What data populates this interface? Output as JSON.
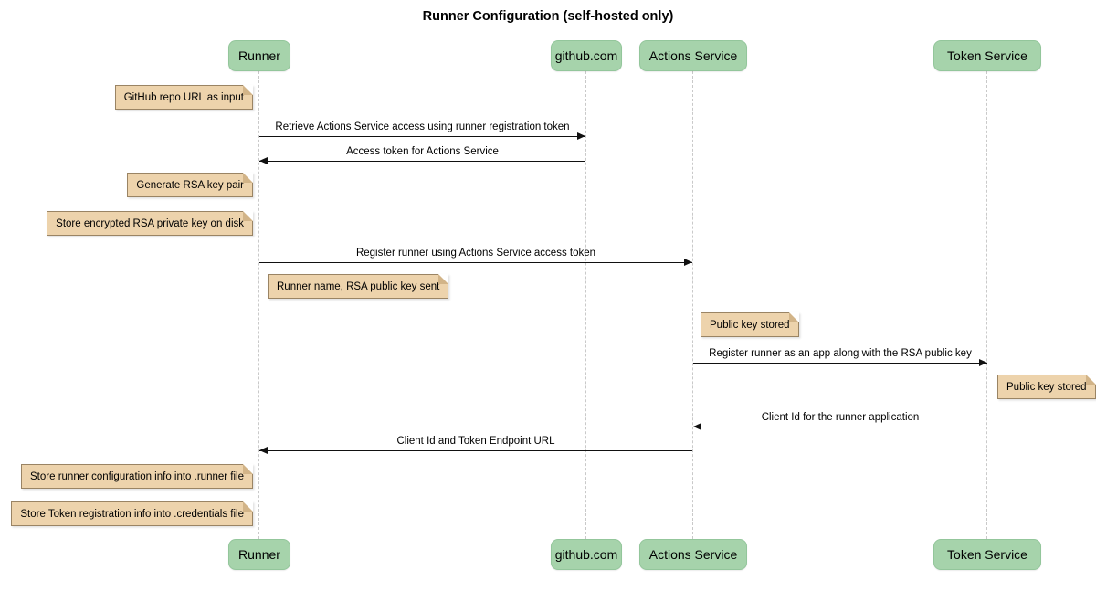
{
  "title": "Runner Configuration (self-hosted only)",
  "diagram_type": "sequence-diagram",
  "colors": {
    "participant_fill": "#a6d3ab",
    "participant_border": "#93c69b",
    "note_fill": "#edd3ac",
    "note_border": "#9a8464",
    "note_fold": "#d2b488",
    "lifeline": "#c9c9c9",
    "arrow": "#111111"
  },
  "participants": [
    {
      "label": "Runner"
    },
    {
      "label": "github.com"
    },
    {
      "label": "Actions Service"
    },
    {
      "label": "Token Service"
    }
  ],
  "messages": [
    {
      "from": "Runner",
      "to": "github.com",
      "label": "Retrieve Actions Service access using runner registration token"
    },
    {
      "from": "github.com",
      "to": "Runner",
      "label": "Access token for Actions Service"
    },
    {
      "from": "Runner",
      "to": "Actions Service",
      "label": "Register runner using Actions Service access token"
    },
    {
      "from": "Actions Service",
      "to": "Token Service",
      "label": "Register runner as an app along with the RSA public key"
    },
    {
      "from": "Token Service",
      "to": "Actions Service",
      "label": "Client Id for the runner application"
    },
    {
      "from": "Actions Service",
      "to": "Runner",
      "label": "Client Id and Token Endpoint URL"
    }
  ],
  "notes": [
    {
      "label": "GitHub repo URL as input",
      "anchor": "Runner",
      "side": "left"
    },
    {
      "label": "Generate RSA key pair",
      "anchor": "Runner",
      "side": "left"
    },
    {
      "label": "Store encrypted RSA private key on disk",
      "anchor": "Runner",
      "side": "left"
    },
    {
      "label": "Runner name, RSA public key sent",
      "anchor": "Runner",
      "side": "right"
    },
    {
      "label": "Public key stored",
      "anchor": "Actions Service",
      "side": "right"
    },
    {
      "label": "Public key stored",
      "anchor": "Token Service",
      "side": "right"
    },
    {
      "label": "Store runner configuration info into .runner file",
      "anchor": "Runner",
      "side": "left"
    },
    {
      "label": "Store Token registration info into .credentials file",
      "anchor": "Runner",
      "side": "left"
    }
  ]
}
